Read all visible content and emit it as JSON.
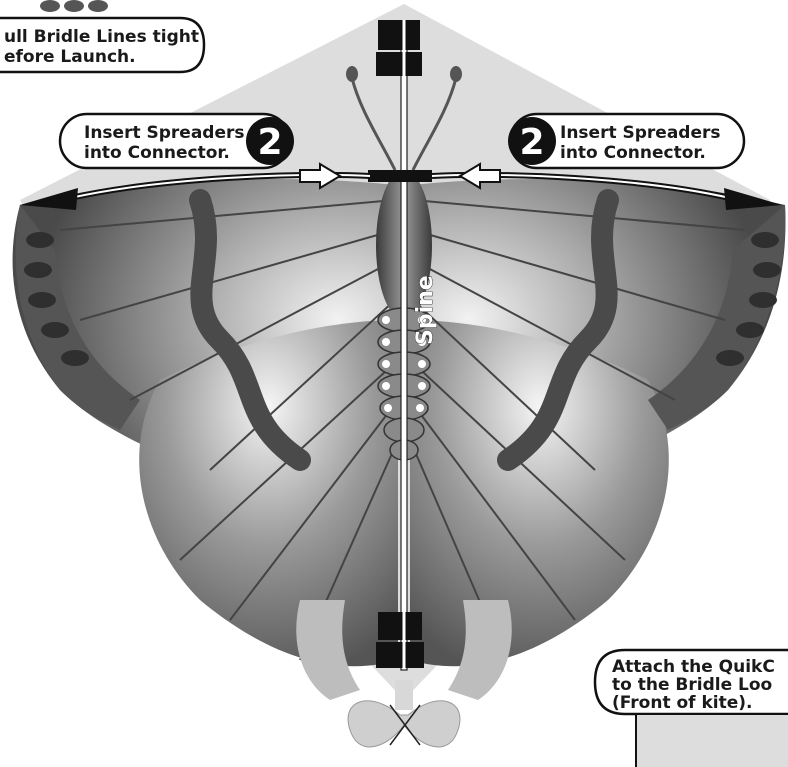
{
  "callouts": {
    "bridle_tight": {
      "line1": "ull Bridle Lines tight",
      "line2": "efore Launch."
    },
    "spreader_left": {
      "number": "2",
      "line1": "Insert Spreaders",
      "line2": "into Connector."
    },
    "spreader_right": {
      "number": "2",
      "line1": "Insert Spreaders",
      "line2": "into Connector."
    },
    "attach_quik": {
      "line1": "Attach the QuikC",
      "line2": "to the  Bridle Loo",
      "line3": "(Front of kite)."
    }
  },
  "labels": {
    "spine": "Spine"
  },
  "colors": {
    "sail_background": "#dcdcdc",
    "wing_dark": "#5a5a5a",
    "wing_mid": "#8c8c8c",
    "wing_light": "#c8c8c8",
    "black": "#1a1a1a"
  }
}
